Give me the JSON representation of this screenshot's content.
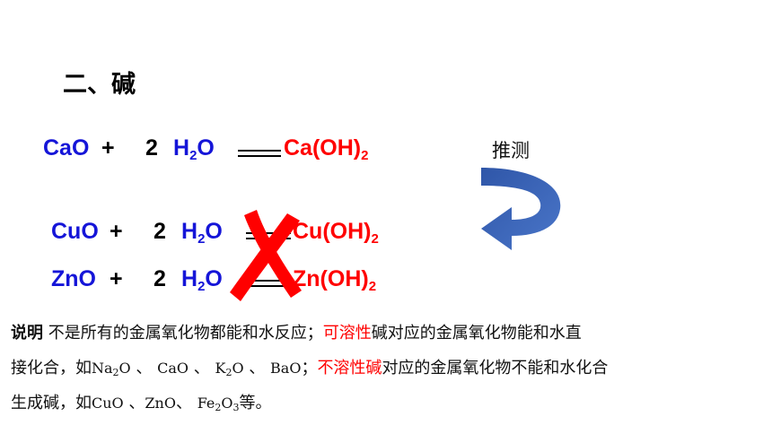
{
  "heading": "二、碱",
  "guess_label": "推测",
  "equations": [
    {
      "oxide": "CaO",
      "plus": "+",
      "coef": "2",
      "water_h": "H",
      "water_sub": "2",
      "water_o": "O",
      "product": "Ca(OH)",
      "product_sub": "2"
    },
    {
      "oxide": "CuO",
      "plus": "+",
      "coef": "2",
      "water_h": "H",
      "water_sub": "2",
      "water_o": "O",
      "product": "Cu(OH)",
      "product_sub": "2"
    },
    {
      "oxide": "ZnO",
      "plus": "+",
      "coef": "2",
      "water_h": "H",
      "water_sub": "2",
      "water_o": "O",
      "product": "Zn(OH)",
      "product_sub": "2"
    }
  ],
  "note": {
    "label": "说明",
    "line1_a": "不是所有的金属氧化物都能和水反应；",
    "line1_red": "可溶性",
    "line1_b": "碱对应的金属氧化物能和水直",
    "line2_a": "接化合，如",
    "line2_f1a": "Na",
    "line2_f1s": "2",
    "line2_f1b": "O",
    "line2_sep1": " 、 ",
    "line2_f2": "CaO",
    "line2_sep2": " 、 ",
    "line2_f3a": "K",
    "line2_f3s": "2",
    "line2_f3b": "O",
    "line2_sep3": " 、 ",
    "line2_f4": "BaO",
    "line2_semi": "；",
    "line2_red": "不溶性碱",
    "line2_b": "对应的金属氧化物不能和水化合",
    "line3_a": "生成碱，如",
    "line3_f1": "CuO",
    "line3_sep1": " 、",
    "line3_f2": "ZnO",
    "line3_sep2": "、 ",
    "line3_f3a": "Fe",
    "line3_f3s": "2",
    "line3_f3b": "O",
    "line3_f3s2": "3",
    "line3_end": "等。"
  },
  "colors": {
    "formula_blue": "#1515d8",
    "highlight_red": "#ff0000",
    "arrow_blue": "#3a62b8",
    "cross_red": "#ff0000"
  }
}
